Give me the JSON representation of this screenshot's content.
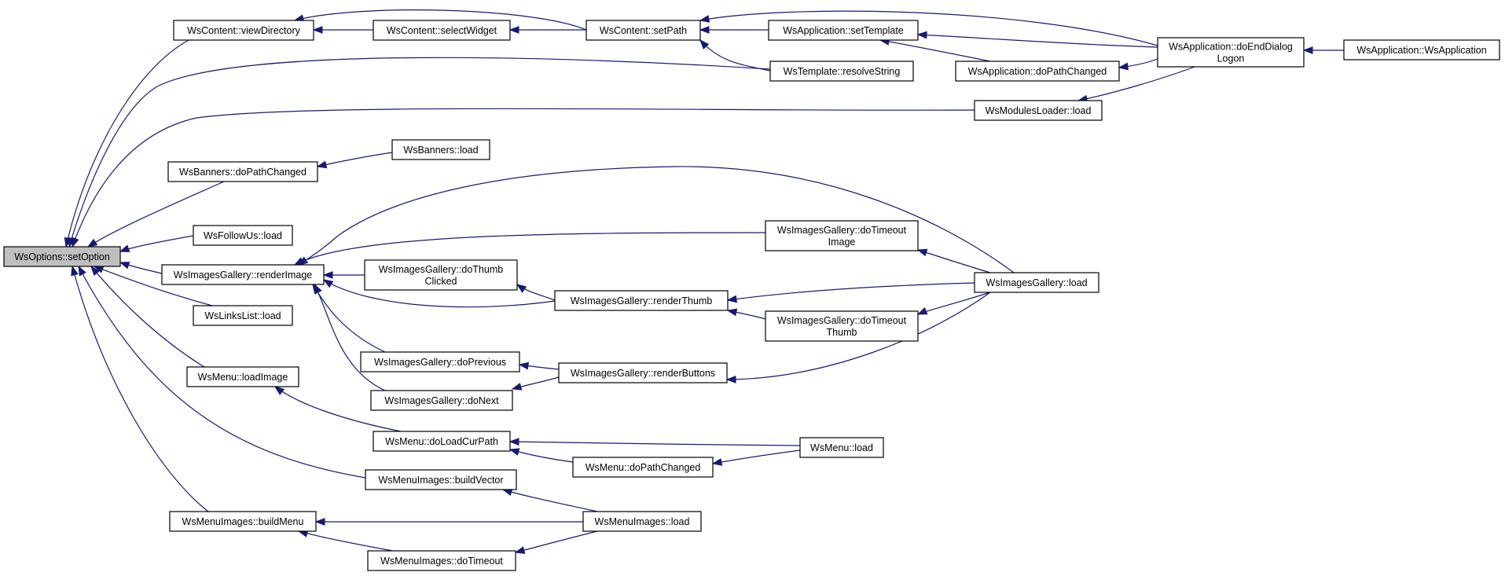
{
  "colors": {
    "edge": "#191970",
    "root_fill": "#bfbfbf",
    "node_fill": "#ffffff",
    "border": "#000000"
  },
  "nodes": [
    {
      "id": "setOption",
      "lines": [
        "WsOptions::setOption"
      ]
    },
    {
      "id": "viewDirectory",
      "lines": [
        "WsContent::viewDirectory"
      ]
    },
    {
      "id": "selectWidget",
      "lines": [
        "WsContent::selectWidget"
      ]
    },
    {
      "id": "setPath",
      "lines": [
        "WsContent::setPath"
      ]
    },
    {
      "id": "appSetTemplate",
      "lines": [
        "WsApplication::setTemplate"
      ]
    },
    {
      "id": "resolveString",
      "lines": [
        "WsTemplate::resolveString"
      ]
    },
    {
      "id": "appDoPathChanged",
      "lines": [
        "WsApplication::doPathChanged"
      ]
    },
    {
      "id": "doEndDialog",
      "lines": [
        "WsApplication::doEndDialog",
        "Logon"
      ]
    },
    {
      "id": "appCtor",
      "lines": [
        "WsApplication::WsApplication"
      ]
    },
    {
      "id": "modulesLoad",
      "lines": [
        "WsModulesLoader::load"
      ]
    },
    {
      "id": "bannersDoPath",
      "lines": [
        "WsBanners::doPathChanged"
      ]
    },
    {
      "id": "bannersLoad",
      "lines": [
        "WsBanners::load"
      ]
    },
    {
      "id": "followUsLoad",
      "lines": [
        "WsFollowUs::load"
      ]
    },
    {
      "id": "renderImage",
      "lines": [
        "WsImagesGallery::renderImage"
      ]
    },
    {
      "id": "doTimeoutImage",
      "lines": [
        "WsImagesGallery::doTimeout",
        "Image"
      ]
    },
    {
      "id": "galleryLoad",
      "lines": [
        "WsImagesGallery::load"
      ]
    },
    {
      "id": "doThumbClicked",
      "lines": [
        "WsImagesGallery::doThumb",
        "Clicked"
      ]
    },
    {
      "id": "renderThumb",
      "lines": [
        "WsImagesGallery::renderThumb"
      ]
    },
    {
      "id": "doTimeoutThumb",
      "lines": [
        "WsImagesGallery::doTimeout",
        "Thumb"
      ]
    },
    {
      "id": "linksListLoad",
      "lines": [
        "WsLinksList::load"
      ]
    },
    {
      "id": "doPrevious",
      "lines": [
        "WsImagesGallery::doPrevious"
      ]
    },
    {
      "id": "renderButtons",
      "lines": [
        "WsImagesGallery::renderButtons"
      ]
    },
    {
      "id": "doNext",
      "lines": [
        "WsImagesGallery::doNext"
      ]
    },
    {
      "id": "menuLoadImage",
      "lines": [
        "WsMenu::loadImage"
      ]
    },
    {
      "id": "menuDoLoadCurPath",
      "lines": [
        "WsMenu::doLoadCurPath"
      ]
    },
    {
      "id": "menuLoad",
      "lines": [
        "WsMenu::load"
      ]
    },
    {
      "id": "menuDoPathChanged",
      "lines": [
        "WsMenu::doPathChanged"
      ]
    },
    {
      "id": "buildVector",
      "lines": [
        "WsMenuImages::buildVector"
      ]
    },
    {
      "id": "buildMenu",
      "lines": [
        "WsMenuImages::buildMenu"
      ]
    },
    {
      "id": "menuImagesLoad",
      "lines": [
        "WsMenuImages::load"
      ]
    },
    {
      "id": "menuImagesDoTimeout",
      "lines": [
        "WsMenuImages::doTimeout"
      ]
    }
  ],
  "edges": [
    {
      "from": "viewDirectory",
      "to": "setOption"
    },
    {
      "from": "selectWidget",
      "to": "viewDirectory"
    },
    {
      "from": "setPath",
      "to": "viewDirectory"
    },
    {
      "from": "setPath",
      "to": "selectWidget"
    },
    {
      "from": "appSetTemplate",
      "to": "setPath"
    },
    {
      "from": "resolveString",
      "to": "setPath"
    },
    {
      "from": "doEndDialog",
      "to": "setPath"
    },
    {
      "from": "doEndDialog",
      "to": "appSetTemplate"
    },
    {
      "from": "appDoPathChanged",
      "to": "appSetTemplate"
    },
    {
      "from": "doEndDialog",
      "to": "appDoPathChanged"
    },
    {
      "from": "appCtor",
      "to": "doEndDialog"
    },
    {
      "from": "resolveString",
      "to": "setOption"
    },
    {
      "from": "modulesLoad",
      "to": "setOption"
    },
    {
      "from": "doEndDialog",
      "to": "modulesLoad"
    },
    {
      "from": "bannersDoPath",
      "to": "setOption"
    },
    {
      "from": "bannersLoad",
      "to": "bannersDoPath"
    },
    {
      "from": "followUsLoad",
      "to": "setOption"
    },
    {
      "from": "renderImage",
      "to": "setOption"
    },
    {
      "from": "galleryLoad",
      "to": "renderImage"
    },
    {
      "from": "doTimeoutImage",
      "to": "renderImage"
    },
    {
      "from": "doThumbClicked",
      "to": "renderImage"
    },
    {
      "from": "renderThumb",
      "to": "renderImage"
    },
    {
      "from": "doPrevious",
      "to": "renderImage"
    },
    {
      "from": "doNext",
      "to": "renderImage"
    },
    {
      "from": "galleryLoad",
      "to": "doTimeoutImage"
    },
    {
      "from": "renderThumb",
      "to": "doThumbClicked"
    },
    {
      "from": "galleryLoad",
      "to": "renderThumb"
    },
    {
      "from": "doTimeoutThumb",
      "to": "renderThumb"
    },
    {
      "from": "galleryLoad",
      "to": "doTimeoutThumb"
    },
    {
      "from": "renderButtons",
      "to": "doPrevious"
    },
    {
      "from": "renderButtons",
      "to": "doNext"
    },
    {
      "from": "galleryLoad",
      "to": "renderButtons"
    },
    {
      "from": "linksListLoad",
      "to": "setOption"
    },
    {
      "from": "menuLoadImage",
      "to": "setOption"
    },
    {
      "from": "menuDoLoadCurPath",
      "to": "menuLoadImage"
    },
    {
      "from": "menuLoad",
      "to": "menuDoLoadCurPath"
    },
    {
      "from": "menuDoPathChanged",
      "to": "menuDoLoadCurPath"
    },
    {
      "from": "menuLoad",
      "to": "menuDoPathChanged"
    },
    {
      "from": "buildVector",
      "to": "setOption"
    },
    {
      "from": "menuImagesLoad",
      "to": "buildVector"
    },
    {
      "from": "buildMenu",
      "to": "setOption"
    },
    {
      "from": "menuImagesLoad",
      "to": "buildMenu"
    },
    {
      "from": "menuImagesDoTimeout",
      "to": "buildMenu"
    },
    {
      "from": "menuImagesLoad",
      "to": "menuImagesDoTimeout"
    }
  ]
}
